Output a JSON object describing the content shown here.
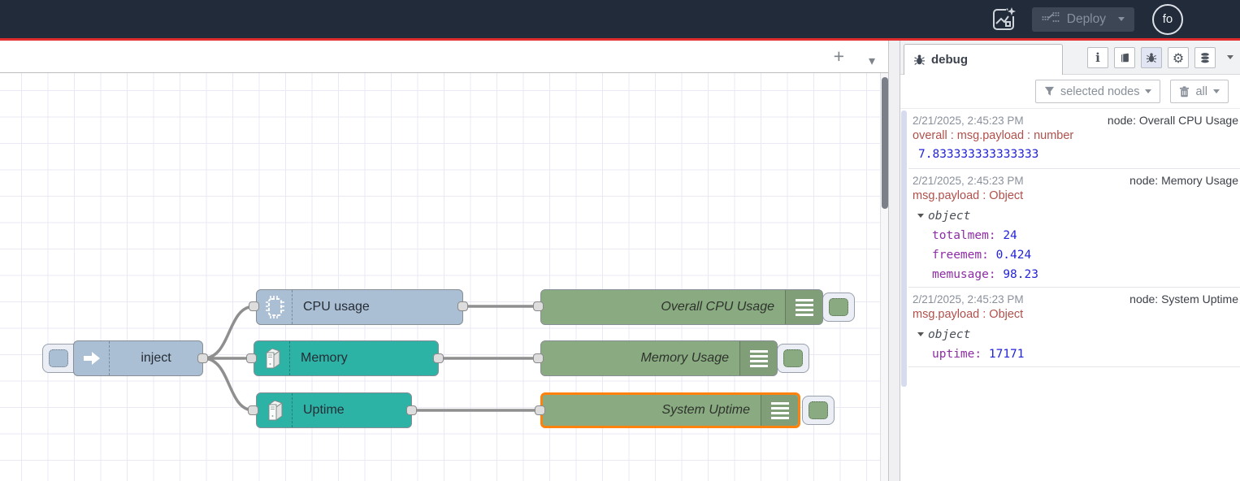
{
  "colors": {
    "header_bg": "#212b39",
    "alert_line": "#e12d2d",
    "inject_node": "#aabfd4",
    "os_node": "#2cb3a6",
    "debug_node": "#8aab81",
    "selected_border": "#ff810e",
    "wire": "#8f8f8f",
    "value_blue": "#2323d8",
    "key_purple": "#8e2da5",
    "property_red": "#b0504b"
  },
  "icons": {
    "plus": "+",
    "caret": "▾",
    "info": "i",
    "gear": "⚙"
  },
  "header": {
    "deploy_label": "Deploy",
    "avatar_text": "fo"
  },
  "canvas": {
    "node_labels": {
      "inject": "inject",
      "cpu": "CPU usage",
      "memory": "Memory",
      "uptime": "Uptime",
      "overall_cpu": "Overall CPU Usage",
      "memory_usage": "Memory Usage",
      "system_uptime": "System Uptime"
    }
  },
  "sidebar": {
    "tab_label": "debug",
    "filter_button": "selected nodes",
    "clear_button": "all",
    "messages": [
      {
        "time": "2/21/2025, 2:45:23 PM",
        "node": "node: Overall CPU Usage",
        "property": "overall : msg.payload : number",
        "value": "7.833333333333333"
      },
      {
        "time": "2/21/2025, 2:45:23 PM",
        "node": "node: Memory Usage",
        "property": "msg.payload : Object",
        "object_label": "object",
        "entries": [
          {
            "key": "totalmem",
            "value": "24"
          },
          {
            "key": "freemem",
            "value": "0.424"
          },
          {
            "key": "memusage",
            "value": "98.23"
          }
        ]
      },
      {
        "time": "2/21/2025, 2:45:23 PM",
        "node": "node: System Uptime",
        "property": "msg.payload : Object",
        "object_label": "object",
        "entries": [
          {
            "key": "uptime",
            "value": "17171"
          }
        ]
      }
    ]
  }
}
